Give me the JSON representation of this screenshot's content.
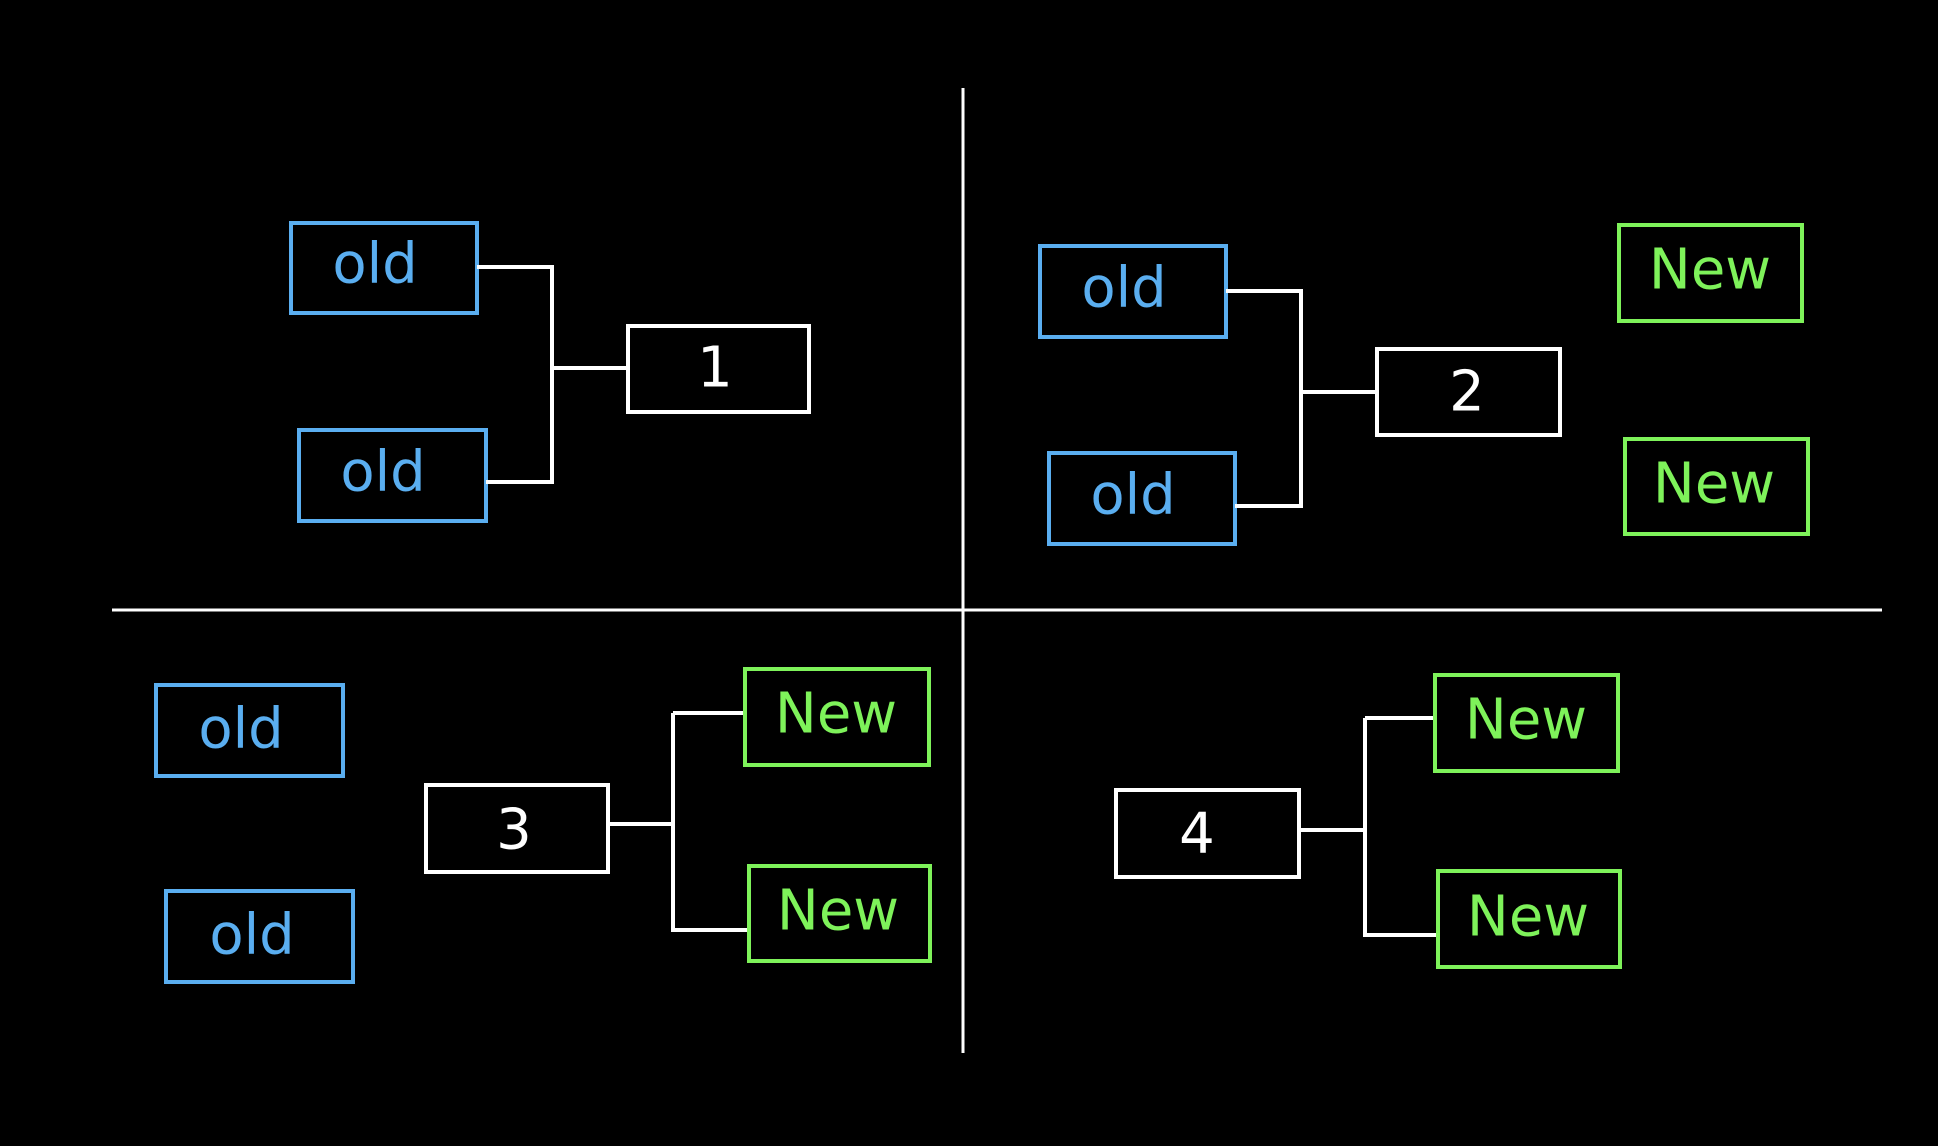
{
  "colors": {
    "background": "#000000",
    "old": "#5aaef0",
    "new": "#7ef25a",
    "neutral": "#ffffff"
  },
  "labels": {
    "old": "old",
    "new": "New"
  },
  "quadrants": [
    {
      "id": "q1",
      "number": "1",
      "old_boxes": [
        "old",
        "old"
      ],
      "new_boxes": [],
      "connected": "old"
    },
    {
      "id": "q2",
      "number": "2",
      "old_boxes": [
        "old",
        "old"
      ],
      "new_boxes": [
        "New",
        "New"
      ],
      "connected": "old"
    },
    {
      "id": "q3",
      "number": "3",
      "old_boxes": [
        "old",
        "old"
      ],
      "new_boxes": [
        "New",
        "New"
      ],
      "connected": "new"
    },
    {
      "id": "q4",
      "number": "4",
      "old_boxes": [],
      "new_boxes": [
        "New",
        "New"
      ],
      "connected": "new"
    }
  ]
}
